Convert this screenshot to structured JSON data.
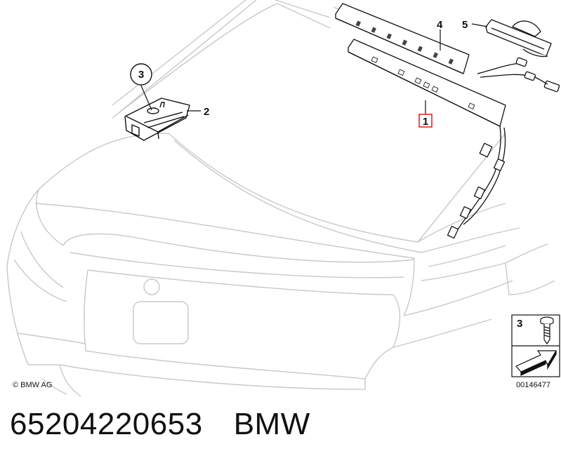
{
  "diagram": {
    "callouts": [
      {
        "id": "1",
        "text": "1",
        "highlight": true
      },
      {
        "id": "2",
        "text": "2",
        "highlight": false
      },
      {
        "id": "3",
        "text": "3",
        "highlight": false
      },
      {
        "id": "4",
        "text": "4",
        "highlight": false
      },
      {
        "id": "5",
        "text": "5",
        "highlight": false
      }
    ],
    "legend_box": {
      "part_number": "3",
      "reference_code": "00146477"
    },
    "copyright": "© BMW AG",
    "highlight_color": "#e0262b",
    "line_color": "#c8c8c8",
    "part_line_color": "#111111"
  },
  "footer": {
    "part_number": "65204220653",
    "brand": "BMW"
  }
}
